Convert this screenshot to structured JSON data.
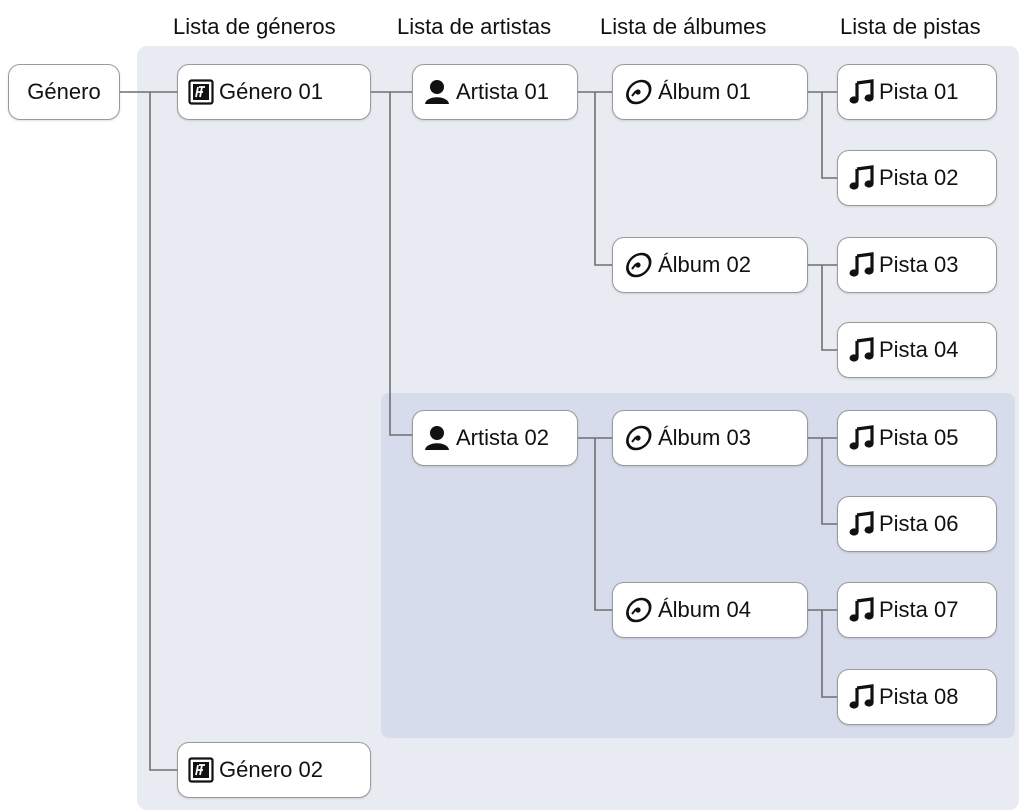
{
  "headers": {
    "genres": "Lista de géneros",
    "artists": "Lista de artistas",
    "albums": "Lista de álbumes",
    "tracks": "Lista de pistas"
  },
  "root": {
    "label": "Género"
  },
  "genres": [
    {
      "label": "Género 01",
      "icon": "genre-icon"
    },
    {
      "label": "Género 02",
      "icon": "genre-icon"
    }
  ],
  "artists": [
    {
      "label": "Artista 01",
      "icon": "artist-icon"
    },
    {
      "label": "Artista 02",
      "icon": "artist-icon"
    }
  ],
  "albums": [
    {
      "label": "Álbum 01",
      "icon": "album-icon"
    },
    {
      "label": "Álbum 02",
      "icon": "album-icon"
    },
    {
      "label": "Álbum 03",
      "icon": "album-icon"
    },
    {
      "label": "Álbum 04",
      "icon": "album-icon"
    }
  ],
  "tracks": [
    {
      "label": "Pista 01",
      "icon": "track-icon"
    },
    {
      "label": "Pista 02",
      "icon": "track-icon"
    },
    {
      "label": "Pista 03",
      "icon": "track-icon"
    },
    {
      "label": "Pista 04",
      "icon": "track-icon"
    },
    {
      "label": "Pista 05",
      "icon": "track-icon"
    },
    {
      "label": "Pista 06",
      "icon": "track-icon"
    },
    {
      "label": "Pista 07",
      "icon": "track-icon"
    },
    {
      "label": "Pista 08",
      "icon": "track-icon"
    }
  ],
  "colors": {
    "outer_panel": "#e9ebf3",
    "inner_panel": "#d7dcec",
    "node_border": "#9a9a9a",
    "connector": "#6f6f6f"
  }
}
